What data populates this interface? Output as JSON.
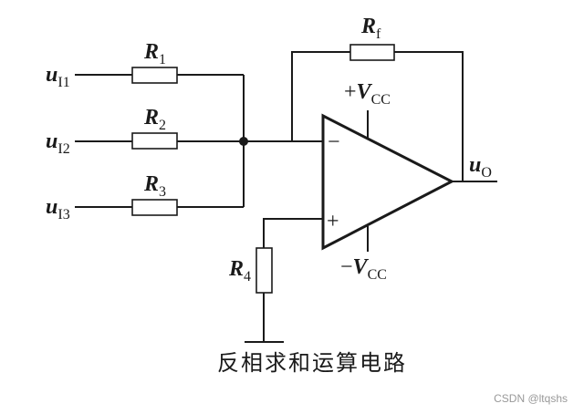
{
  "diagram": {
    "type": "inverting summing amplifier circuit",
    "inputs": [
      {
        "label": "u",
        "sub": "I1"
      },
      {
        "label": "u",
        "sub": "I2"
      },
      {
        "label": "u",
        "sub": "I3"
      }
    ],
    "resistors": [
      {
        "label": "R",
        "sub": "1"
      },
      {
        "label": "R",
        "sub": "2"
      },
      {
        "label": "R",
        "sub": "3"
      },
      {
        "label": "R",
        "sub": "4"
      },
      {
        "label": "R",
        "sub": "f"
      }
    ],
    "opamp": {
      "inverting": "−",
      "noninverting": "+",
      "vplus": {
        "sign": "+",
        "label": "V",
        "sub": "CC"
      },
      "vminus": {
        "sign": "−",
        "label": "V",
        "sub": "CC"
      }
    },
    "output": {
      "label": "u",
      "sub": "O"
    },
    "caption": "反相求和运算电路"
  },
  "watermark": "CSDN @ltqshs"
}
